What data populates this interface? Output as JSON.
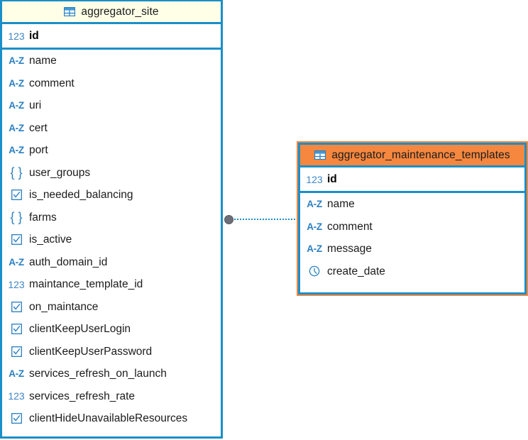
{
  "canvas": {
    "background": "#ffffff",
    "accent_blue": "#1a8fc8",
    "icon_blue": "#2a7fc0",
    "selected_orange": "#f5873f",
    "header_cream": "#ffffe8",
    "connector_dot_color": "#6b7078"
  },
  "entities": [
    {
      "name": "aggregator_site",
      "state": "normal",
      "header_icon": "table-icon",
      "primary_key": {
        "icon": "number-type-icon",
        "icon_label": "123",
        "name": "id"
      },
      "fields": [
        {
          "icon": "text-type-icon",
          "icon_label": "A-Z",
          "name": "name"
        },
        {
          "icon": "text-type-icon",
          "icon_label": "A-Z",
          "name": "comment"
        },
        {
          "icon": "text-type-icon",
          "icon_label": "A-Z",
          "name": "uri"
        },
        {
          "icon": "text-type-icon",
          "icon_label": "A-Z",
          "name": "cert"
        },
        {
          "icon": "text-type-icon",
          "icon_label": "A-Z",
          "name": "port"
        },
        {
          "icon": "object-type-icon",
          "icon_label": "{ }",
          "name": "user_groups"
        },
        {
          "icon": "boolean-type-icon",
          "icon_label": "checkbox",
          "name": "is_needed_balancing"
        },
        {
          "icon": "object-type-icon",
          "icon_label": "{ }",
          "name": "farms"
        },
        {
          "icon": "boolean-type-icon",
          "icon_label": "checkbox",
          "name": "is_active"
        },
        {
          "icon": "text-type-icon",
          "icon_label": "A-Z",
          "name": "auth_domain_id"
        },
        {
          "icon": "number-type-icon",
          "icon_label": "123",
          "name": "maintance_template_id"
        },
        {
          "icon": "boolean-type-icon",
          "icon_label": "checkbox",
          "name": "on_maintance"
        },
        {
          "icon": "boolean-type-icon",
          "icon_label": "checkbox",
          "name": "clientKeepUserLogin"
        },
        {
          "icon": "boolean-type-icon",
          "icon_label": "checkbox",
          "name": "clientKeepUserPassword"
        },
        {
          "icon": "text-type-icon",
          "icon_label": "A-Z",
          "name": "services_refresh_on_launch"
        },
        {
          "icon": "number-type-icon",
          "icon_label": "123",
          "name": "services_refresh_rate"
        },
        {
          "icon": "boolean-type-icon",
          "icon_label": "checkbox",
          "name": "clientHideUnavailableResources"
        }
      ]
    },
    {
      "name": "aggregator_maintenance_templates",
      "state": "selected",
      "header_icon": "table-icon",
      "primary_key": {
        "icon": "number-type-icon",
        "icon_label": "123",
        "name": "id"
      },
      "fields": [
        {
          "icon": "text-type-icon",
          "icon_label": "A-Z",
          "name": "name"
        },
        {
          "icon": "text-type-icon",
          "icon_label": "A-Z",
          "name": "comment"
        },
        {
          "icon": "text-type-icon",
          "icon_label": "A-Z",
          "name": "message"
        },
        {
          "icon": "date-type-icon",
          "icon_label": "clock",
          "name": "create_date"
        }
      ]
    }
  ],
  "relationship": {
    "name": "aggregator_site-to-aggregator_maintenance_templates",
    "style": "dotted",
    "endpoint": "filled-circle"
  }
}
